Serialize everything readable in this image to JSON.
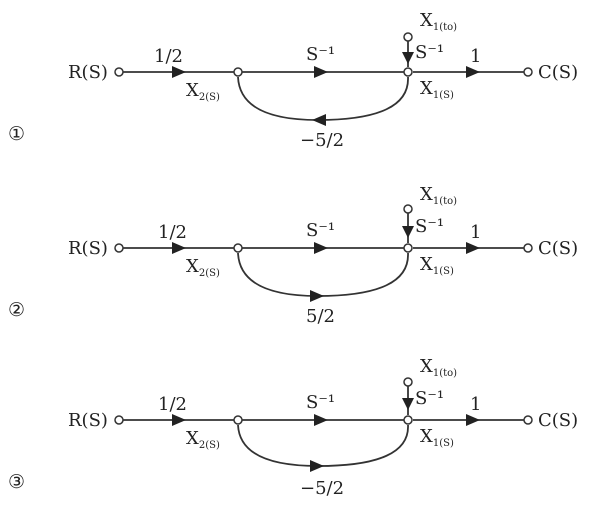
{
  "diagrams": [
    {
      "option_number": "①",
      "input_label": "R(S)",
      "output_label": "C(S)",
      "gain_input": "1/2",
      "gain_forward": "S⁻¹",
      "gain_initial": "S⁻¹",
      "gain_output": "1",
      "gain_feedback": "−5/2",
      "state_x2": {
        "base": "X",
        "sub": "2(S)"
      },
      "state_x1": {
        "base": "X",
        "sub": "1(S)"
      },
      "initial_state": {
        "base": "X",
        "sub": "1(to)"
      }
    },
    {
      "option_number": "②",
      "input_label": "R(S)",
      "output_label": "C(S)",
      "gain_input": "1/2",
      "gain_forward": "S⁻¹",
      "gain_initial": "S⁻¹",
      "gain_output": "1",
      "gain_feedback": "5/2",
      "state_x2": {
        "base": "X",
        "sub": "2(S)"
      },
      "state_x1": {
        "base": "X",
        "sub": "1(S)"
      },
      "initial_state": {
        "base": "X",
        "sub": "1(to)"
      }
    },
    {
      "option_number": "③",
      "input_label": "R(S)",
      "output_label": "C(S)",
      "gain_input": "1/2",
      "gain_forward": "S⁻¹",
      "gain_initial": "S⁻¹",
      "gain_output": "1",
      "gain_feedback": "−5/2",
      "state_x2": {
        "base": "X",
        "sub": "2(S)"
      },
      "state_x1": {
        "base": "X",
        "sub": "1(S)"
      },
      "initial_state": {
        "base": "X",
        "sub": "1(to)"
      }
    }
  ]
}
